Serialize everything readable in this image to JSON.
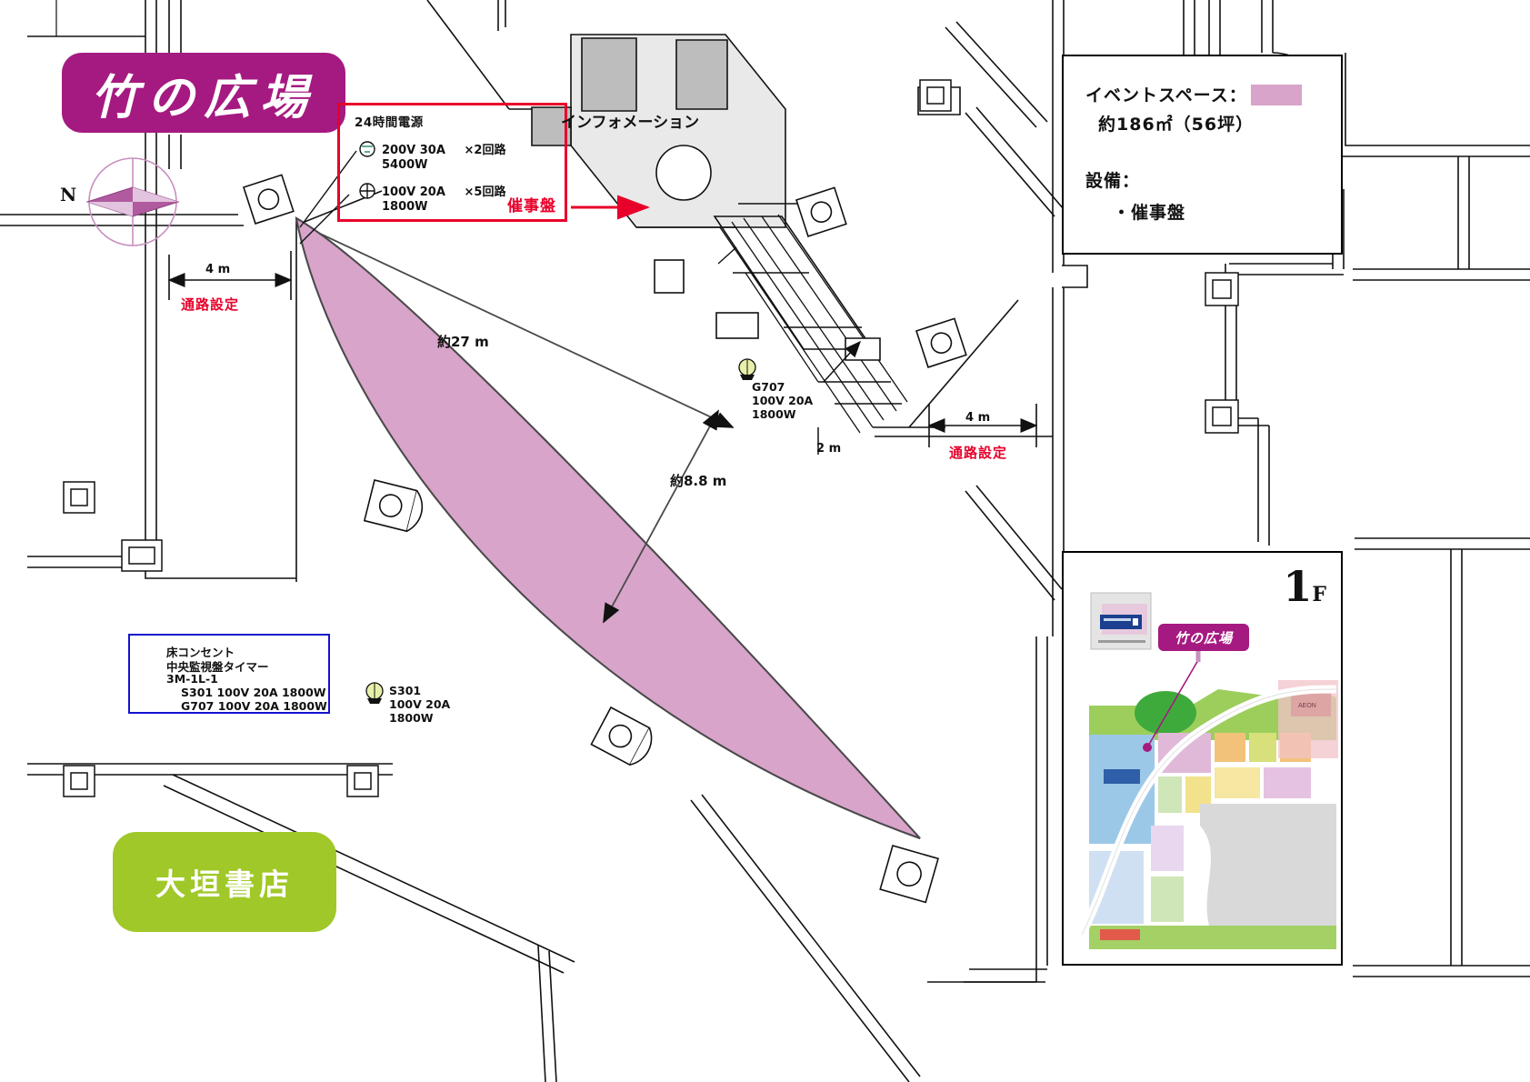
{
  "title_plate": {
    "label": "竹の広場"
  },
  "compass": {
    "label": "N"
  },
  "power_box": {
    "title": "24時間電源",
    "rows": [
      {
        "icon": "three-phase-outlet-icon",
        "spec": "200V  30A",
        "circuits": "×2回路",
        "watt": "5400W"
      },
      {
        "icon": "single-phase-outlet-icon",
        "spec": "100V  20A",
        "circuits": "×5回路",
        "watt": "1800W"
      }
    ],
    "callout": "催事盤"
  },
  "info_box": {
    "space_label": "イベントスペース：",
    "area": "約186㎡（56坪）",
    "facility_label": "設備：",
    "facility_item": "・催事盤",
    "swatch_color": "#d8a4ca"
  },
  "blue_legend": {
    "icon": "floor-outlet-icon",
    "line1": "床コンセント",
    "line2": "中央監視盤タイマー",
    "line3": "3M-1L-1",
    "line4": "S301  100V  20A  1800W",
    "line5": "G707  100V  20A  1800W"
  },
  "plan_labels": {
    "information": "インフォメーション",
    "outlet_g707": {
      "id": "G707",
      "spec": "100V  20A",
      "watt": "1800W"
    },
    "outlet_s301": {
      "id": "S301",
      "spec": "100V  20A",
      "watt": "1800W"
    },
    "dim_27m": "約27 m",
    "dim_88m": "約8.8 m",
    "dim_2m": "2 m",
    "corridor_left": {
      "dim": "4 m",
      "note": "通路設定"
    },
    "corridor_right": {
      "dim": "4 m",
      "note": "通路設定"
    }
  },
  "store_plate": {
    "label": "大垣書店"
  },
  "inset_map": {
    "floor": "1",
    "floor_suffix": "F",
    "tag": "竹の広場"
  },
  "colors": {
    "event_space_fill": "#d8a4ca",
    "title_magenta": "#a51a80",
    "store_green": "#a0c828",
    "power_red": "#e8002a",
    "legend_blue": "#1414cf"
  }
}
